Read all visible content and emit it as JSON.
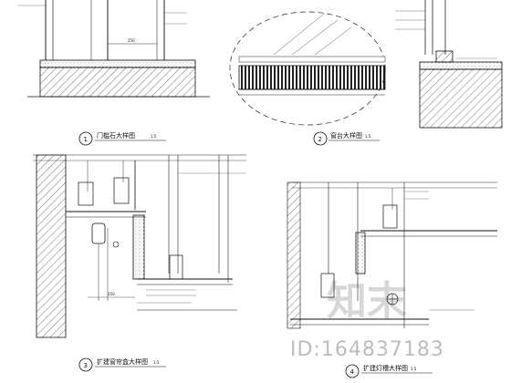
{
  "details": [
    {
      "number": "1",
      "title": "门槛石大样图",
      "scale": "1:5"
    },
    {
      "number": "2",
      "title": "窗台大样图",
      "scale": "1:5"
    },
    {
      "number": "3",
      "title": "扩建窗帘盒大样图",
      "scale": "1:5"
    },
    {
      "number": "4",
      "title": "扩建灯槽大样图",
      "scale": "1:5"
    }
  ],
  "dimensions": {
    "d1_top": "250",
    "d3_width": "250"
  },
  "watermark": {
    "logo_text": "知末",
    "id_text": "ID:164837183"
  }
}
